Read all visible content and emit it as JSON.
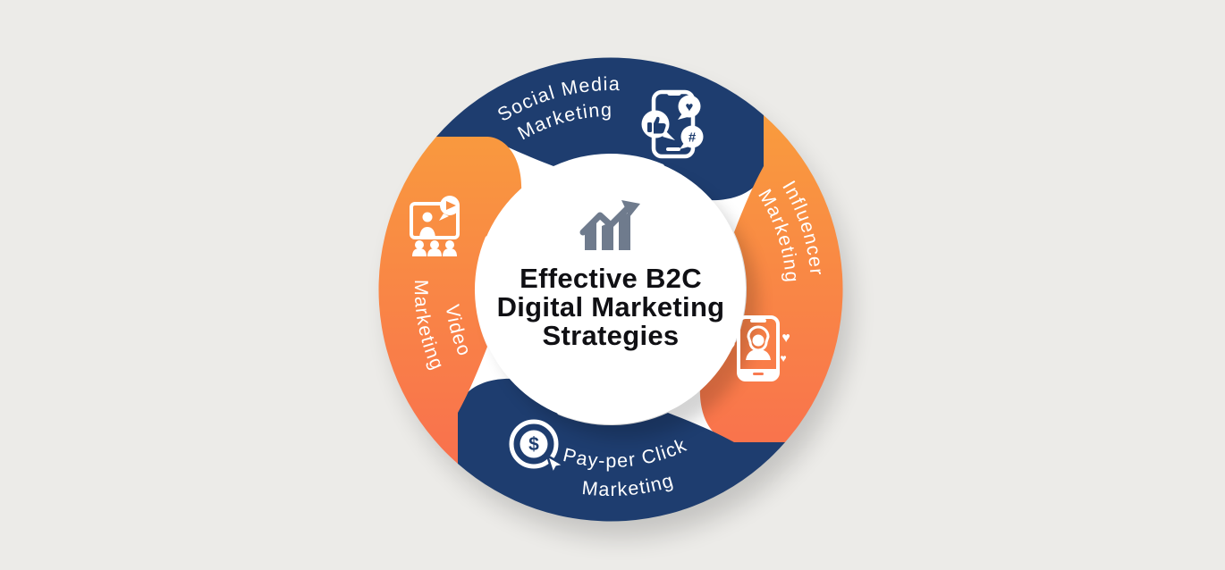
{
  "background": "#ECEBE8",
  "colors": {
    "navy": "#1E3D6F",
    "orange_top": "#F9A23B",
    "orange_bottom": "#F96A50",
    "title_text": "#101014",
    "label_text": "#FFFFFF",
    "center_icon_gray": "#6F7B8D"
  },
  "center": {
    "icon": "growth-bar-chart-arrow",
    "title_line1": "Effective B2C",
    "title_line2": "Digital Marketing",
    "title_line3": "Strategies"
  },
  "segments": {
    "social": {
      "line1": "Social Media",
      "line2": "Marketing",
      "icon": "phone-social-reactions",
      "color": "navy"
    },
    "influencer": {
      "line1": "Influencer",
      "line2": "Marketing",
      "icon": "phone-influencer-hearts",
      "color": "orange-gradient"
    },
    "ppc": {
      "line1": "Pay-per Click",
      "line2": "Marketing",
      "icon": "coin-cursor-click",
      "color": "navy"
    },
    "video": {
      "line1": "Video",
      "line2": "Marketing",
      "icon": "screen-presenter-audience",
      "color": "orange-gradient"
    }
  },
  "glyphs": {
    "dollar": "$",
    "hashtag": "#",
    "heart": "♥"
  }
}
